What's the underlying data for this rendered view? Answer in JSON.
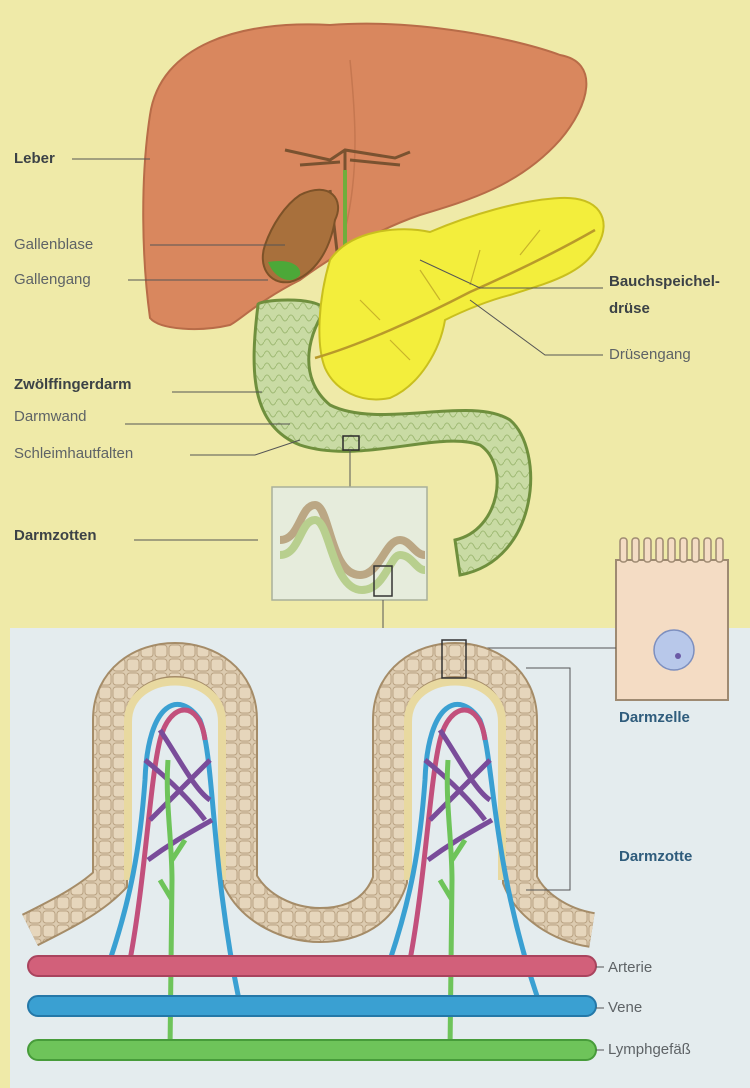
{
  "labels": {
    "leber": "Leber",
    "gallenblase": "Gallenblase",
    "gallengang": "Gallengang",
    "bauchspeichel_1": "Bauchspeichel-",
    "bauchspeichel_2": "drüse",
    "druesengang": "Drüsengang",
    "zwoelffingerdarm": "Zwölffingerdarm",
    "darmwand": "Darmwand",
    "schleimhautfalten": "Schleimhautfalten",
    "darmzotten": "Darmzotten",
    "darmzelle": "Darmzelle",
    "darmzotte": "Darmzotte",
    "arterie": "Arterie",
    "vene": "Vene",
    "lymphgefaess": "Lymphgefäß"
  },
  "colors": {
    "background": "#efeaa8",
    "liver": "#d9875e",
    "gallbladder": "#a8703c",
    "pancreas": "#f3ee3c",
    "intestine": "#b8cf8e",
    "villus_wall": "#dccbb0",
    "artery": "#d2607a",
    "vein": "#3aa0d2",
    "lymph": "#6ec45a"
  }
}
